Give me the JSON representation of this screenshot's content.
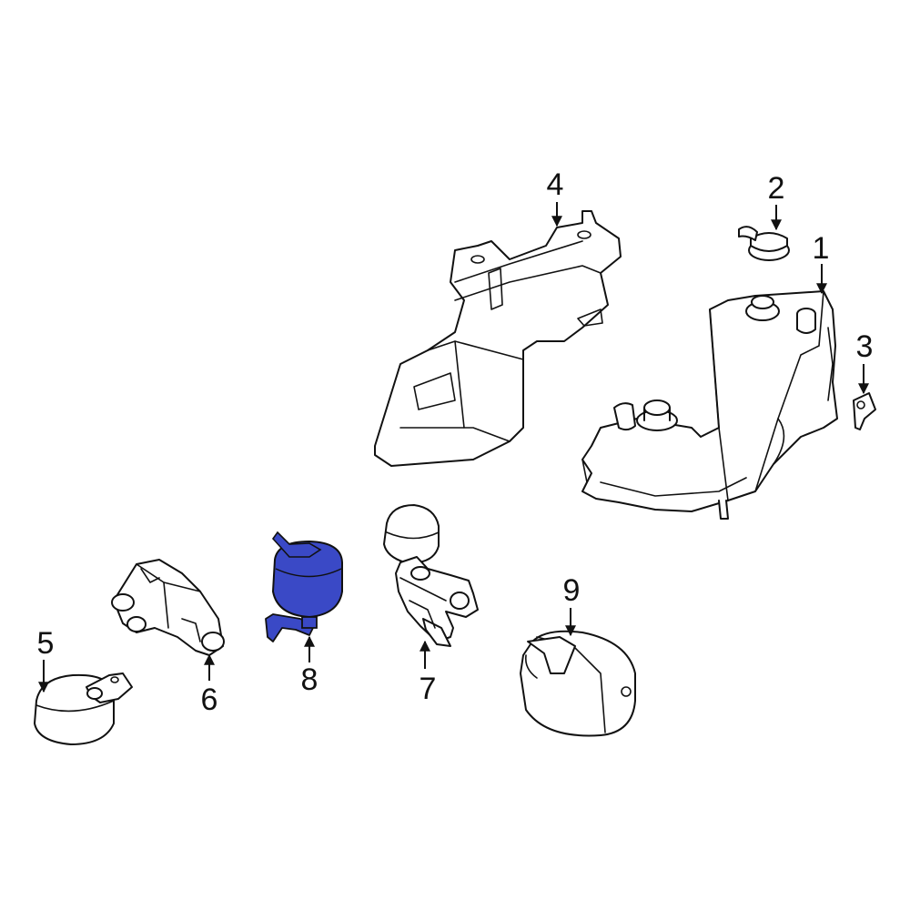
{
  "diagram": {
    "highlight_color": "#3a49c6",
    "outline_color": "#111111",
    "background_color": "#ffffff",
    "callouts": [
      {
        "id": "p1",
        "label": "1"
      },
      {
        "id": "p2",
        "label": "2"
      },
      {
        "id": "p3",
        "label": "3"
      },
      {
        "id": "p4",
        "label": "4"
      },
      {
        "id": "p5",
        "label": "5"
      },
      {
        "id": "p6",
        "label": "6"
      },
      {
        "id": "p7",
        "label": "7"
      },
      {
        "id": "p8",
        "label": "8",
        "highlighted": true
      },
      {
        "id": "p9",
        "label": "9"
      }
    ]
  }
}
